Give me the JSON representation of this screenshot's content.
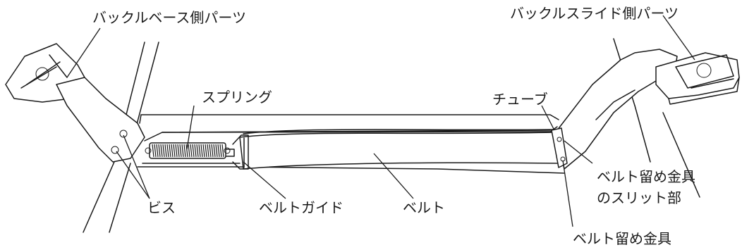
{
  "labels": {
    "buckle_base_part": "バックルベース側パーツ",
    "buckle_slide_part": "バックルスライド側パーツ",
    "spring": "スプリング",
    "tube": "チューブ",
    "belt_clip_slit": "ベルト留め金具\nのスリット部",
    "screws": "ビス",
    "belt_guide": "ベルトガイド",
    "belt": "ベルト",
    "belt_clip": "ベルト留め金具"
  }
}
